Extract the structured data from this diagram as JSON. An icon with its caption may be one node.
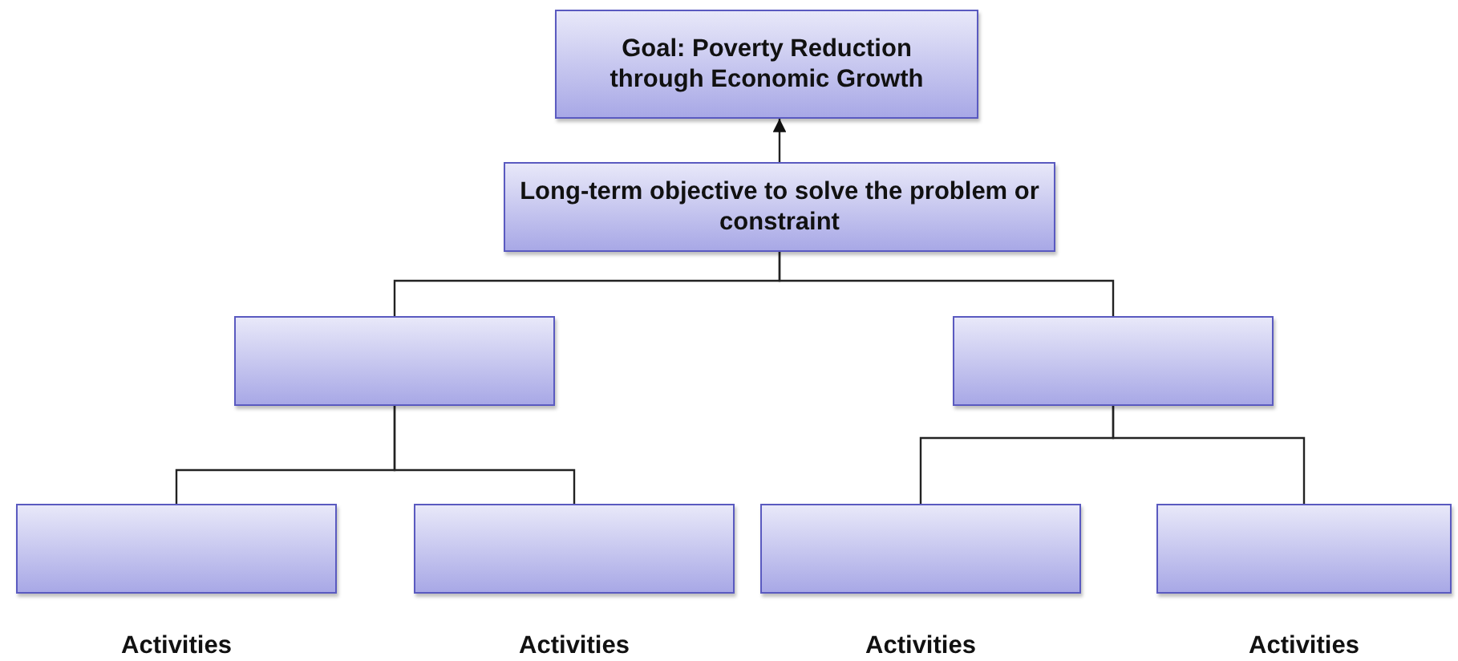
{
  "diagram": {
    "nodes": [
      {
        "text": [
          "Goal: Poverty Reduction through Economic Growth"
        ]
      },
      {
        "text": [
          "Long-term objective to solve the problem or constraint"
        ]
      },
      {
        "text": [],
        "shape": "box"
      },
      {
        "text": [],
        "shape": "box"
      },
      {
        "text": [],
        "shape": "box",
        "beside": [
          "Activities"
        ]
      },
      {
        "text": [],
        "shape": "box",
        "beside": [
          "Activities"
        ]
      },
      {
        "text": [],
        "shape": "box",
        "beside": [
          "Activities"
        ]
      },
      {
        "text": [],
        "shape": "box",
        "beside": [
          "Activities"
        ]
      }
    ],
    "edges": [
      {
        "from": 1,
        "to": 0,
        "arrow": "to"
      },
      {
        "from": 1,
        "to": 2,
        "arrow": "none"
      },
      {
        "from": 1,
        "to": 3,
        "arrow": "none"
      },
      {
        "from": 2,
        "to": 4,
        "arrow": "none"
      },
      {
        "from": 2,
        "to": 5,
        "arrow": "none"
      },
      {
        "from": 3,
        "to": 6,
        "arrow": "none"
      },
      {
        "from": 3,
        "to": 7,
        "arrow": "none"
      }
    ]
  }
}
